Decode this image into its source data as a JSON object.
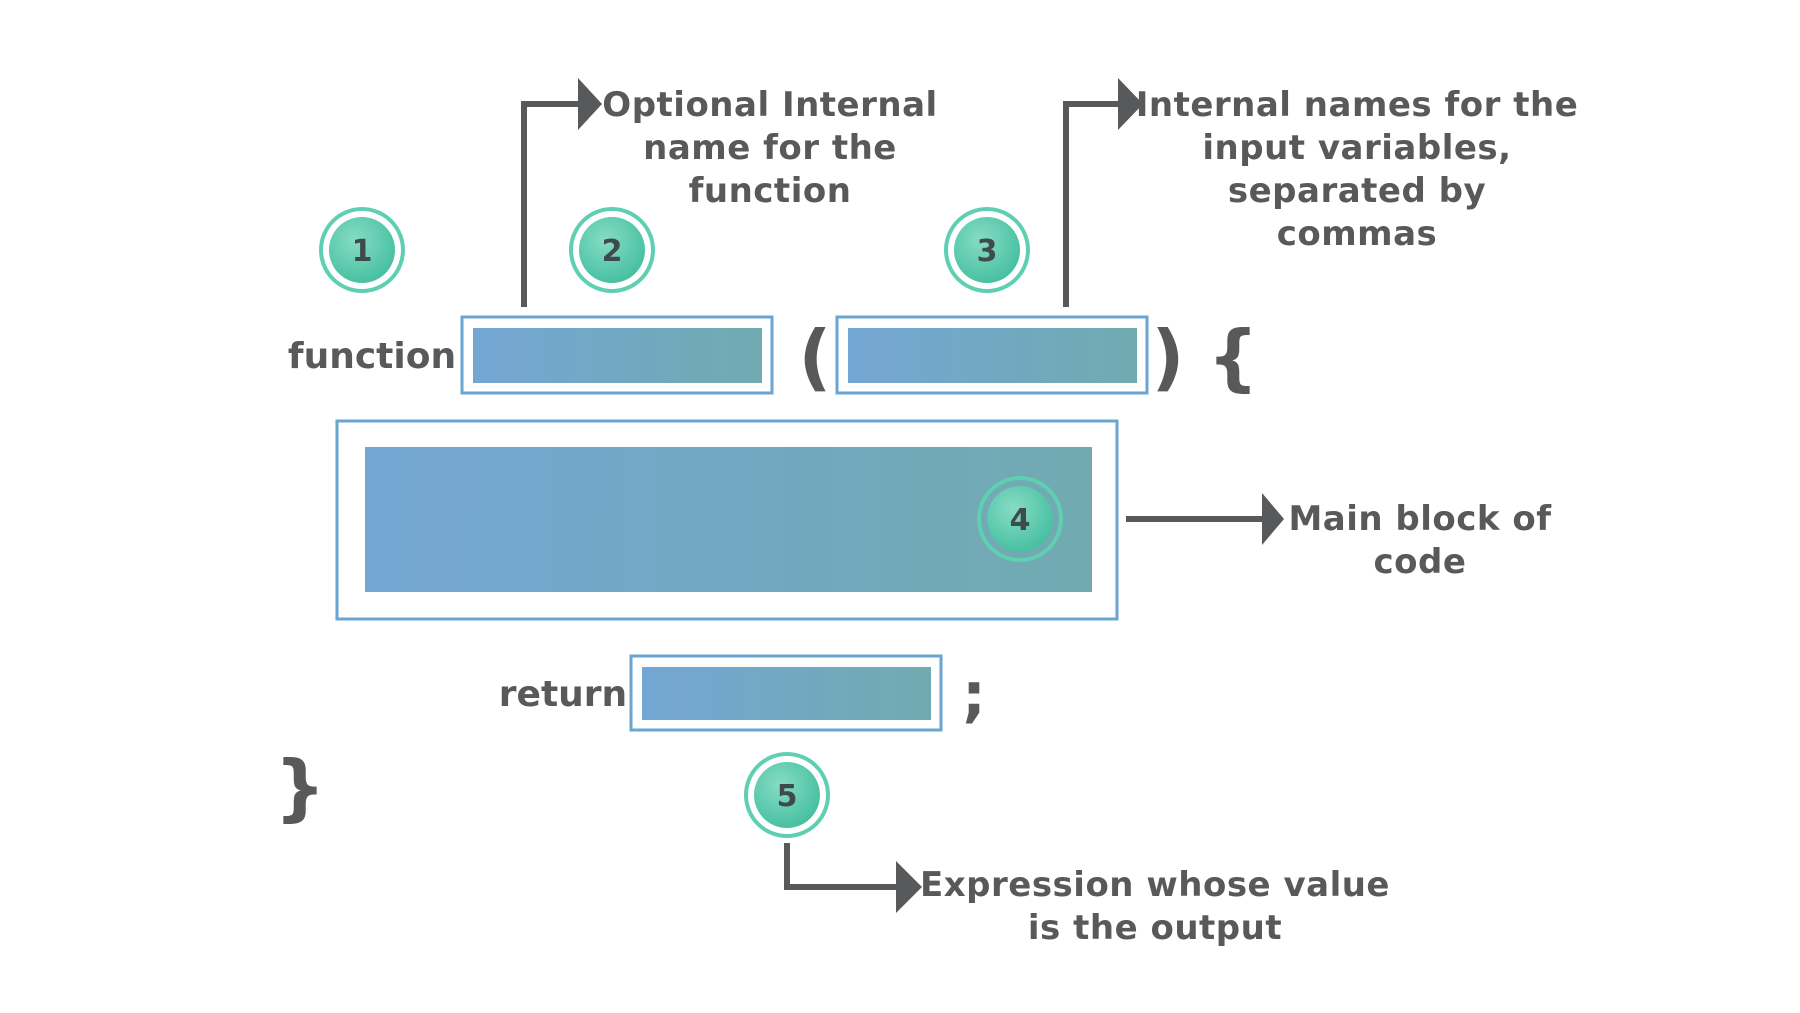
{
  "code": {
    "keyword_function": "function",
    "open_paren": "(",
    "close_paren": ")",
    "open_brace": "{",
    "keyword_return": "return",
    "semicolon": ";",
    "close_brace": "}"
  },
  "badges": [
    "1",
    "2",
    "3",
    "4",
    "5"
  ],
  "annotations": {
    "function_name": [
      "Optional Internal",
      "name for the",
      "function"
    ],
    "parameters": [
      "Internal names for the",
      "input variables,",
      "separated by",
      "commas"
    ],
    "body": [
      "Main block of",
      "code"
    ],
    "return_value": [
      "Expression whose value",
      "is the output"
    ]
  },
  "colors": {
    "text": "#58595b",
    "frame_border": "#6aa6cf",
    "bar_gradient_start": "#74a6d4",
    "bar_gradient_end": "#71aab0",
    "badge_gradient_start": "#7fd8c0",
    "badge_gradient_end": "#3dbd9a"
  }
}
